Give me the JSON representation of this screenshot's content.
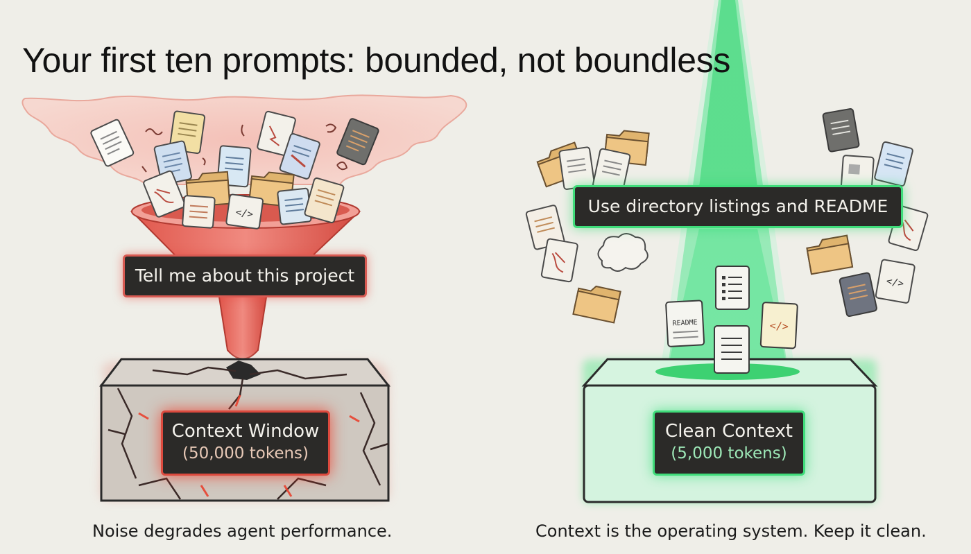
{
  "title": "Your first ten prompts: bounded, not boundless",
  "left": {
    "prompt_label": "Tell me about this project",
    "box_title": "Context Window",
    "box_tokens": "(50,000 tokens)",
    "caption": "Noise degrades agent performance."
  },
  "right": {
    "prompt_label": "Use directory listings and README",
    "box_title": "Clean Context",
    "box_tokens": "(5,000 tokens)",
    "caption": "Context is the operating system. Keep it clean.",
    "readme_doc_label": "README",
    "code_doc_label": "</>"
  },
  "colors": {
    "background": "#efeee8",
    "red_accent": "#dc4a3e",
    "green_accent": "#3fdc7a",
    "label_bg": "#2b2a28"
  },
  "icons": [
    "document-icon",
    "folder-icon",
    "code-file-icon",
    "readme-file-icon",
    "list-file-icon",
    "funnel",
    "cloud",
    "spotlight-beam",
    "cracked-block",
    "clean-block"
  ]
}
